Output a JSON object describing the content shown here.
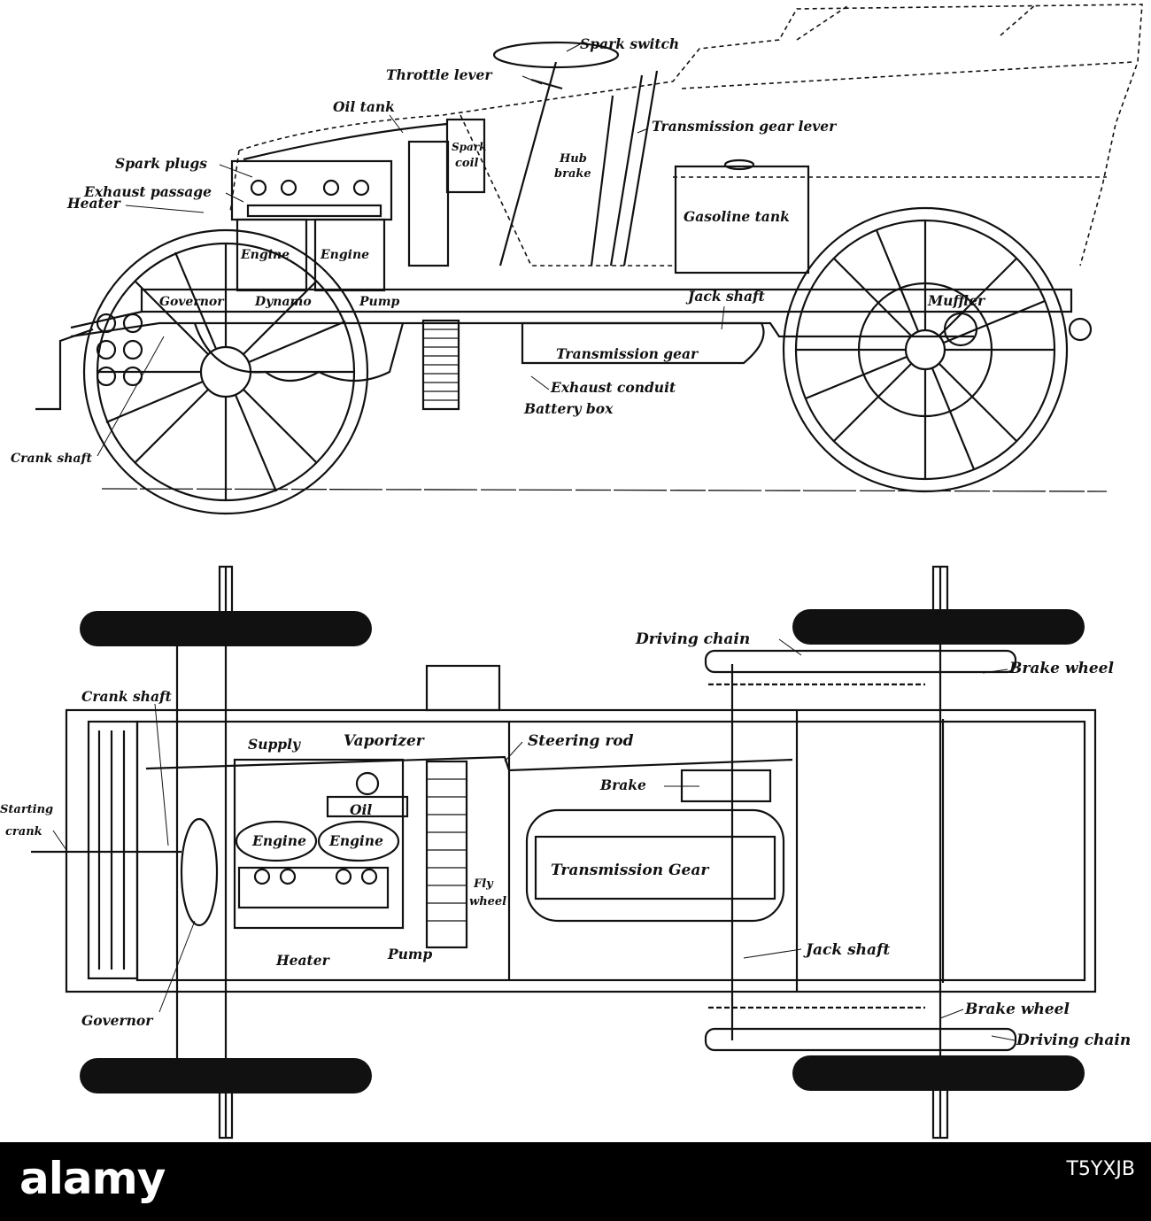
{
  "side_view": {
    "labels": {
      "spark_switch": "Spark switch",
      "throttle_lever": "Throttle lever",
      "oil_tank": "Oil tank",
      "spark_coil_1": "Spark",
      "spark_coil_2": "coil",
      "transmission_gear_lever": "Transmission gear lever",
      "hub_brake_1": "Hub",
      "hub_brake_2": "brake",
      "spark_plugs": "Spark plugs",
      "exhaust_passage": "Exhaust passage",
      "heater": "Heater",
      "gasoline_tank": "Gasoline tank",
      "engine_1": "Engine",
      "engine_2": "Engine",
      "governor": "Governor",
      "dynamo": "Dynamo",
      "pump": "Pump",
      "jack_shaft": "Jack shaft",
      "muffler": "Muffler",
      "transmission_gear": "Transmission gear",
      "exhaust_conduit": "Exhaust conduit",
      "battery_box": "Battery box",
      "crank_shaft": "Crank shaft"
    }
  },
  "plan_view": {
    "labels": {
      "driving_chain_top": "Driving chain",
      "brake_wheel_top": "Brake wheel",
      "crank_shaft": "Crank shaft",
      "supply": "Supply",
      "vaporizer": "Vaporizer",
      "steering_rod": "Steering rod",
      "brake": "Brake",
      "starting_crank_1": "Starting",
      "starting_crank_2": "crank",
      "oil": "Oil",
      "engine_1": "Engine",
      "engine_2": "Engine",
      "transmission_gear": "Transmission Gear",
      "fly_wheel_1": "Fly",
      "fly_wheel_2": "wheel",
      "jack_shaft": "Jack shaft",
      "heater": "Heater",
      "pump": "Pump",
      "governor": "Governor",
      "brake_wheel_bottom": "Brake wheel",
      "driving_chain_bottom": "Driving chain"
    }
  },
  "footer": {
    "logo": "alamy",
    "image_id": "T5YXJB"
  }
}
